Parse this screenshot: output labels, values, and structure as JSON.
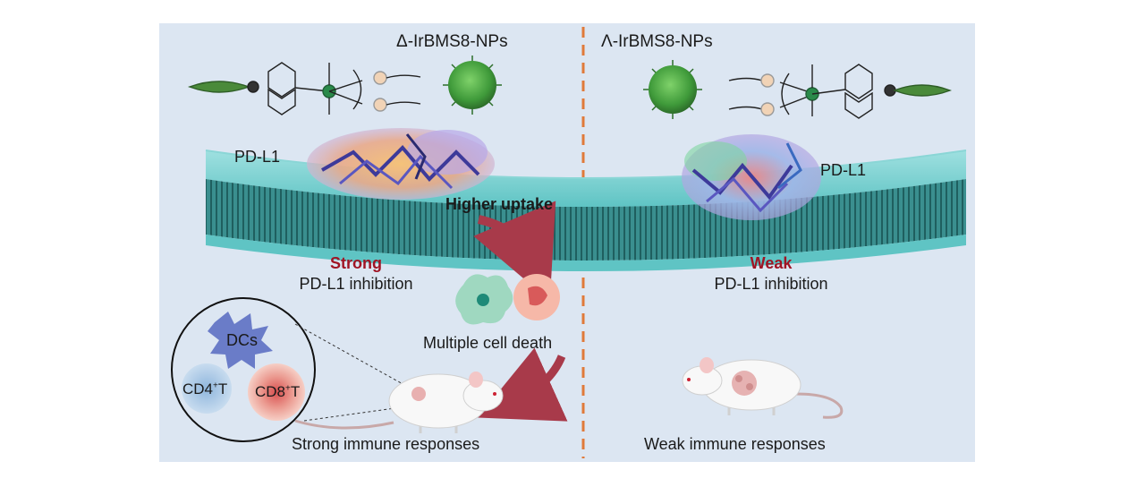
{
  "figure": {
    "left_title": "Δ-IrBMS8-NPs",
    "right_title": "Λ-IrBMS8-NPs",
    "pdl1_left": "PD-L1",
    "pdl1_right": "PD-L1",
    "higher_uptake": "Higher uptake",
    "strong_word": "Strong",
    "weak_word": "Weak",
    "inhibition_left": "PD-L1 inhibition",
    "inhibition_right": "PD-L1 inhibition",
    "multiple_cell_death": "Multiple cell death",
    "dcs": "DCs",
    "cd4_main": "CD4",
    "cd4_sup": "+",
    "cd4_tail": "T",
    "cd8_main": "CD8",
    "cd8_sup": "+",
    "cd8_tail": "T",
    "strong_immune": "Strong immune responses",
    "weak_immune": "Weak immune responses"
  },
  "colors": {
    "panel_bg": "#dce6f2",
    "divider": "#e07a3a",
    "emphasis_red": "#a01424",
    "membrane_head": "#5fc4c4",
    "nanoparticle": "#3f9a3a",
    "arrow": "#a83a4a"
  },
  "icons": [
    "nanoparticle-icon",
    "ir-complex-structure",
    "protein-structure",
    "lipid-bilayer",
    "cell-icon",
    "dendritic-cell-icon",
    "mouse-icon",
    "tumor-icon"
  ]
}
